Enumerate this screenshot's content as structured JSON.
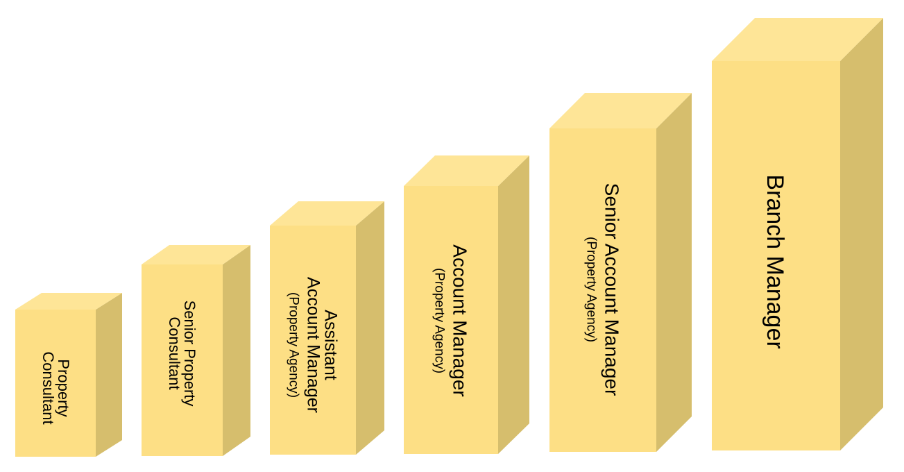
{
  "colors": {
    "front": "#FDDF85",
    "top": "#FEE597",
    "side": "#D6BE6D",
    "text": "#000000"
  },
  "steps": [
    {
      "lines": [
        "Property",
        "Consultant"
      ],
      "sub": ""
    },
    {
      "lines": [
        "Senior Property",
        "Consultant"
      ],
      "sub": ""
    },
    {
      "lines": [
        "Assistant",
        "Account Manager"
      ],
      "sub": "(Property Agency)"
    },
    {
      "lines": [
        "Account Manager"
      ],
      "sub": "(Property Agency)"
    },
    {
      "lines": [
        "Senior Account Manager"
      ],
      "sub": "(Property Agency)"
    },
    {
      "lines": [
        "Branch Manager"
      ],
      "sub": ""
    }
  ]
}
